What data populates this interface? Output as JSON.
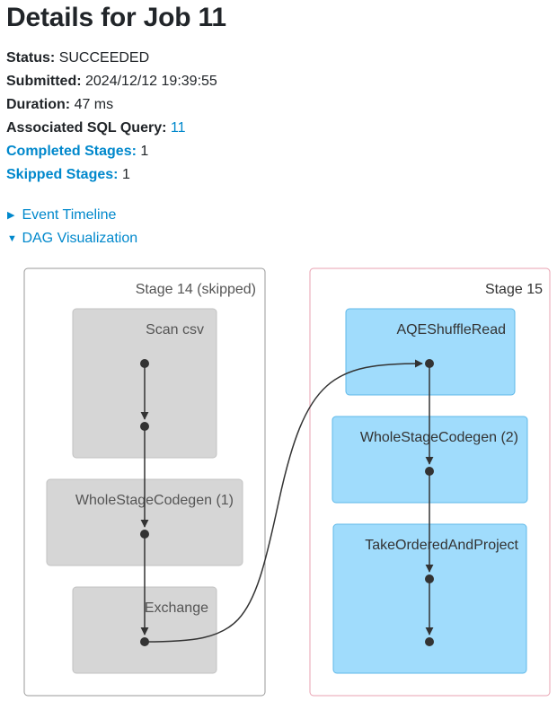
{
  "title": "Details for Job 11",
  "summary": {
    "status_label": "Status:",
    "status_value": "SUCCEEDED",
    "submitted_label": "Submitted:",
    "submitted_value": "2024/12/12 19:39:55",
    "duration_label": "Duration:",
    "duration_value": "47 ms",
    "sql_label": "Associated SQL Query:",
    "sql_value": "11",
    "completed_label": "Completed Stages:",
    "completed_value": "1",
    "skipped_label": "Skipped Stages:",
    "skipped_value": "1"
  },
  "toggles": {
    "event_timeline": "Event Timeline",
    "dag_visualization": "DAG Visualization"
  },
  "dag": {
    "stages": [
      {
        "label": "Stage 14 (skipped)",
        "skipped": true,
        "nodes": [
          "Scan csv",
          "WholeStageCodegen (1)",
          "Exchange"
        ]
      },
      {
        "label": "Stage 15",
        "skipped": false,
        "nodes": [
          "AQEShuffleRead",
          "WholeStageCodegen (2)",
          "TakeOrderedAndProject"
        ]
      }
    ]
  },
  "colors": {
    "link": "#0088cc",
    "skipped_node_fill": "#d6d6d6",
    "active_node_fill": "#a0dcfc",
    "active_stage_border": "#e8a0b0",
    "edge": "#333333"
  }
}
